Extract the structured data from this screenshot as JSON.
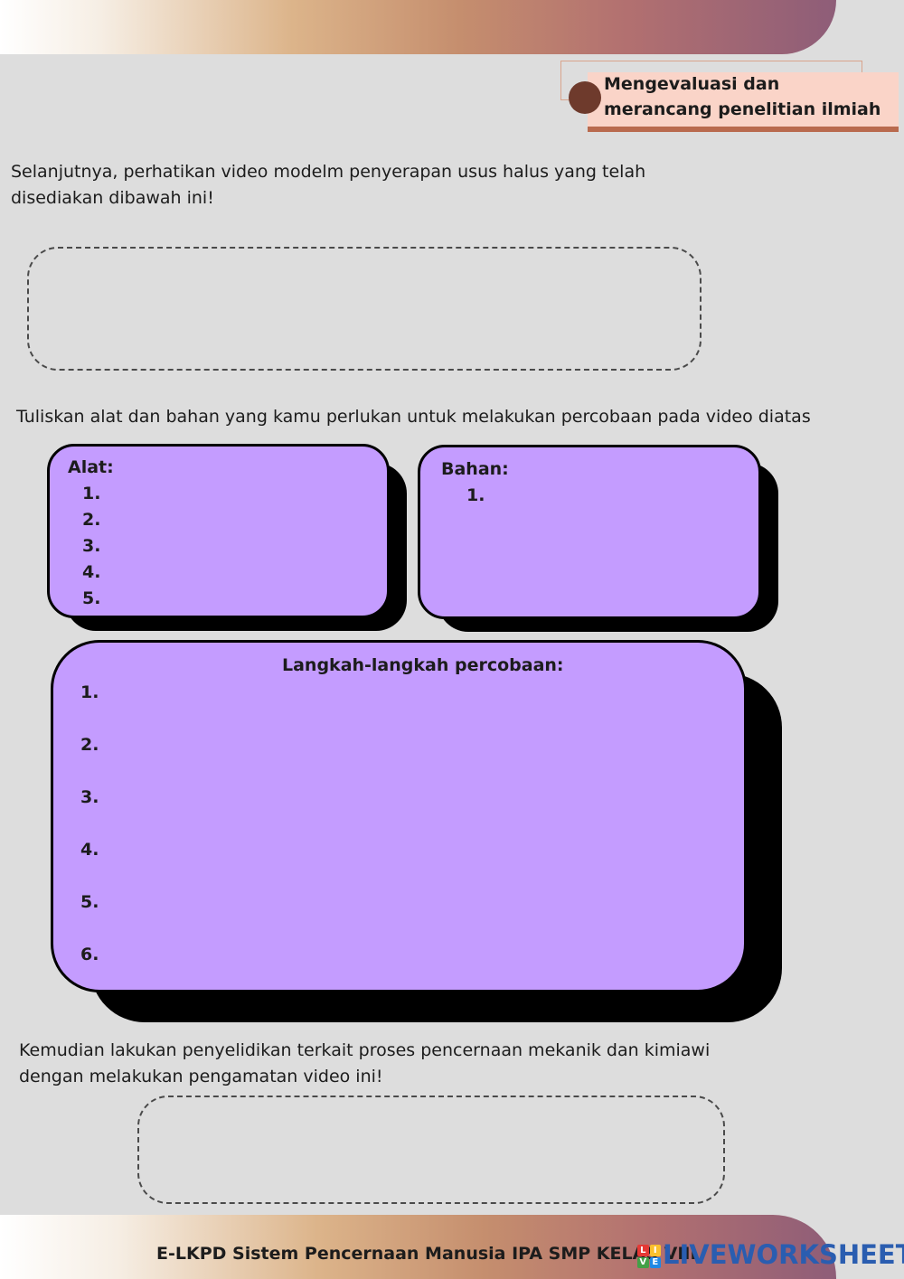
{
  "header": {
    "badge_text_line1": "Mengevaluasi dan",
    "badge_text_line2": "merancang penelitian ilmiah"
  },
  "intro": {
    "line1": "Selanjutnya, perhatikan video modelm penyerapan usus halus yang telah",
    "line2": "disediakan dibawah ini!"
  },
  "instruction": "Tuliskan alat dan bahan yang kamu perlukan untuk melakukan percobaan pada video diatas",
  "alat": {
    "title": "Alat:",
    "items": [
      "1.",
      "2.",
      "3.",
      "4.",
      "5."
    ]
  },
  "bahan": {
    "title": "Bahan:",
    "items": [
      "1."
    ]
  },
  "langkah": {
    "title": "Langkah-langkah percobaan:",
    "items": [
      "1.",
      "2.",
      "3.",
      "4.",
      "5.",
      "6."
    ]
  },
  "closing": {
    "line1": "Kemudian lakukan penyelidikan terkait proses pencernaan mekanik dan kimiawi",
    "line2": "dengan melakukan pengamatan video ini!"
  },
  "footer": {
    "text": "E-LKPD Sistem Pencernaan Manusia IPA SMP KELAS VIII",
    "brand": "LIVEWORKSHEETS",
    "logo_letters": [
      "L",
      "I",
      "V",
      "E"
    ]
  },
  "colors": {
    "card_fill": "#c49cff",
    "card_shadow": "#000000",
    "badge_fill": "#fad4c8",
    "badge_border": "#b96a4e",
    "page_bg": "#dddddd",
    "brand_blue": "#2a5db0"
  }
}
